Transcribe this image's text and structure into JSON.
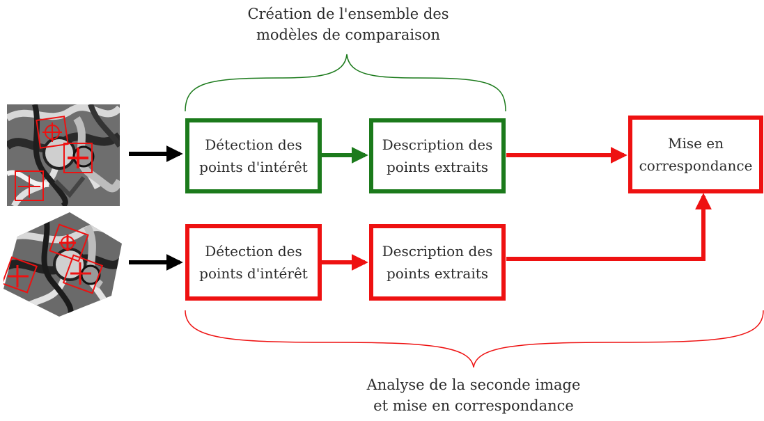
{
  "top_caption": {
    "line1": "Création de l'ensemble des",
    "line2": "modèles de comparaison"
  },
  "bottom_caption": {
    "line1": "Analyse de la seconde image",
    "line2": "et mise en correspondance"
  },
  "row1": {
    "detection": {
      "line1": "Détection des",
      "line2": "points d'intérêt"
    },
    "description": {
      "line1": "Description des",
      "line2": "points extraits"
    }
  },
  "row2": {
    "detection": {
      "line1": "Détection des",
      "line2": "points d'intérêt"
    },
    "description": {
      "line1": "Description des",
      "line2": "points extraits"
    }
  },
  "matching": {
    "line1": "Mise en",
    "line2": "correspondance"
  },
  "colors": {
    "green": "#1b7a1b",
    "red": "#ee1111",
    "black": "#000000"
  }
}
